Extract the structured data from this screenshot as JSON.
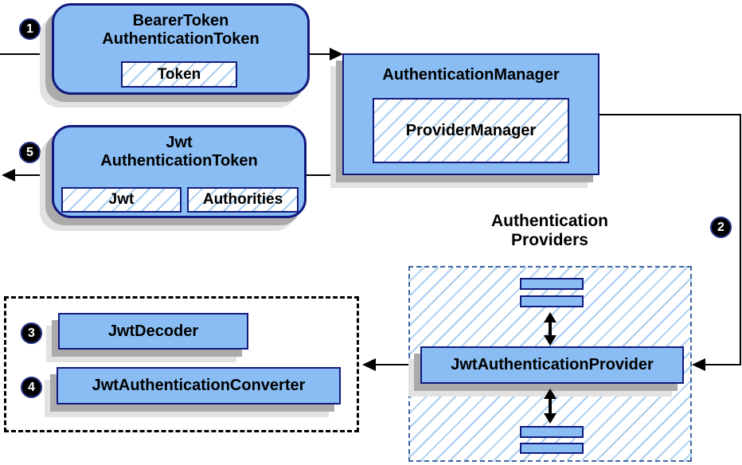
{
  "nodes": {
    "bearer": {
      "line1": "BearerToken",
      "line2": "AuthenticationToken",
      "inner": "Token"
    },
    "manager": {
      "title": "AuthenticationManager",
      "inner": "ProviderManager"
    },
    "jwt": {
      "line1": "Jwt",
      "line2": "AuthenticationToken",
      "inner1": "Jwt",
      "inner2": "Authorities"
    },
    "providers": {
      "label_line1": "Authentication",
      "label_line2": "Providers",
      "provider": "JwtAuthenticationProvider"
    },
    "decoder": {
      "title": "JwtDecoder"
    },
    "converter": {
      "title": "JwtAuthenticationConverter"
    }
  },
  "steps": {
    "s1": "1",
    "s2": "2",
    "s3": "3",
    "s4": "4",
    "s5": "5"
  },
  "colors": {
    "node_fill": "#89BDF3",
    "node_border": "#131A7E",
    "hatch_line": "#A9CDEF",
    "dashed_blue": "#3F66A0",
    "shadow_dark": "#ABABAB",
    "shadow_light": "#E2E2E2",
    "arrow": "#000000"
  }
}
